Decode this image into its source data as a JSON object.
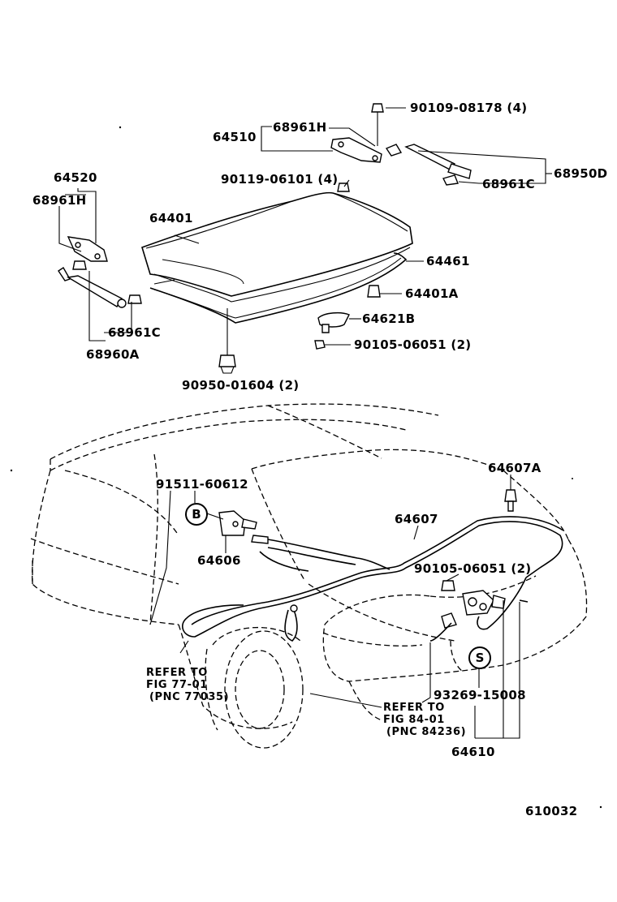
{
  "labels": {
    "p90109_08178": "90109-08178 (4)",
    "p64510": "64510",
    "p68961H_top": "68961H",
    "p90119_06101": "90119-06101 (4)",
    "p68950D": "68950D",
    "p68961C_right": "68961C",
    "p64520": "64520",
    "p68961H_left": "68961H",
    "p64401": "64401",
    "p64461": "64461",
    "p64401A": "64401A",
    "p64621B": "64621B",
    "p90105_06051_top": "90105-06051 (2)",
    "p68961C_left": "68961C",
    "p68960A": "68960A",
    "p90950_01604": "90950-01604 (2)",
    "p64607A": "64607A",
    "p91511_60612": "91511-60612",
    "p64607": "64607",
    "p64606": "64606",
    "p90105_06051_bot": "90105-06051 (2)",
    "p93269_15008": "93269-15008",
    "p64610": "64610",
    "ref1_line1": "REFER TO",
    "ref1_line2": "FIG 77-01",
    "ref1_line3": "(PNC 77035)",
    "ref2_line1": "REFER TO",
    "ref2_line2": "FIG 84-01",
    "ref2_line3": "(PNC 84236)",
    "circle_b": "B",
    "circle_s": "S",
    "figure_number": "610032"
  }
}
